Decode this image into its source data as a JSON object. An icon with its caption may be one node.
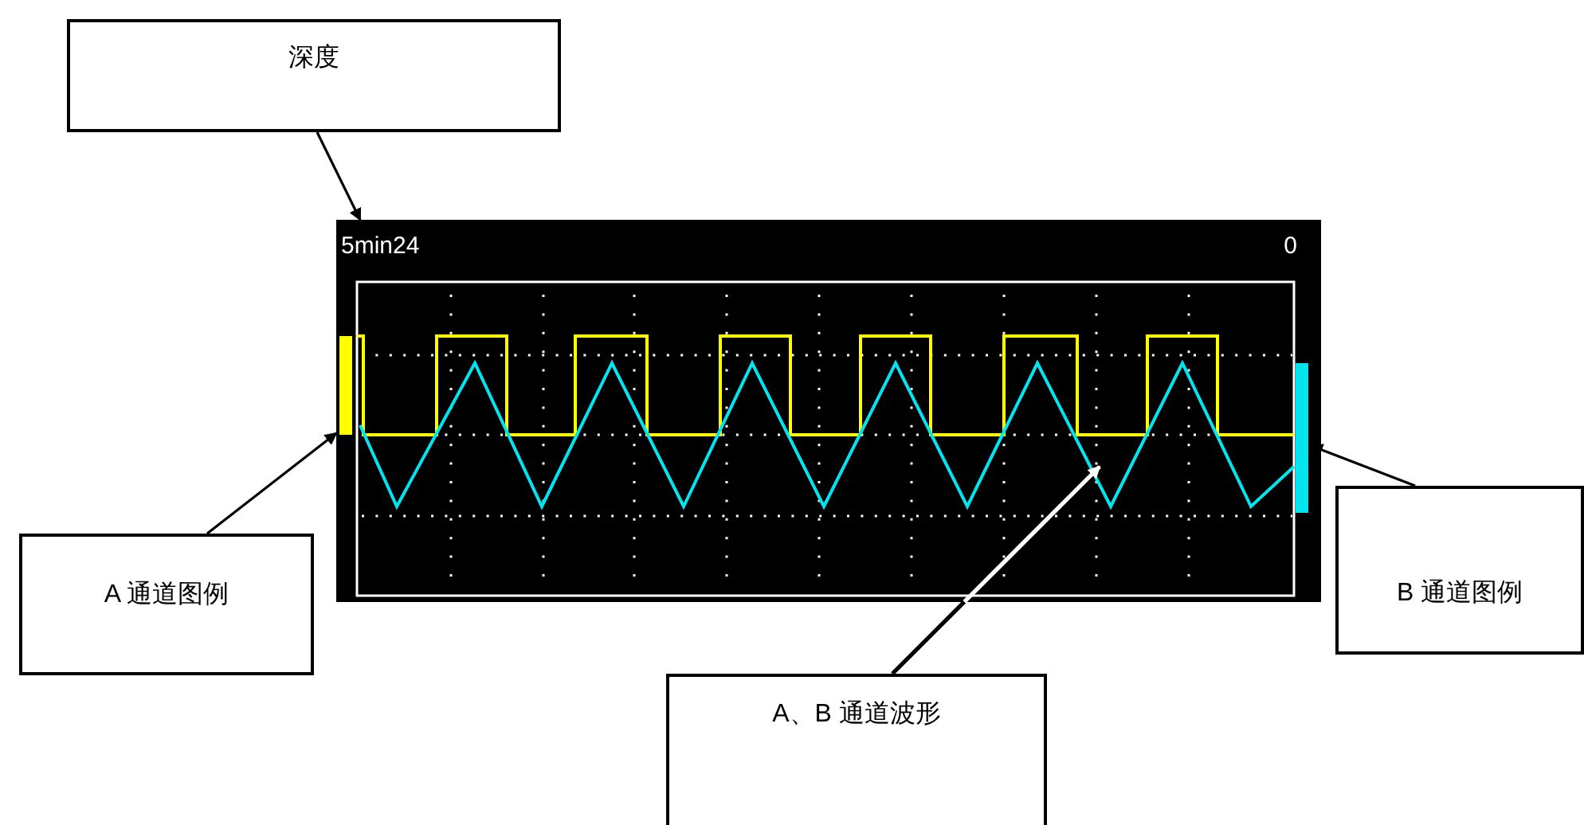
{
  "diagram": {
    "nodes": [
      {
        "text": [
          "深度"
        ]
      },
      {
        "text": [
          "A 通道图例"
        ]
      },
      {
        "text": [
          "B 通道图例"
        ]
      },
      {
        "text": [
          "A、B 通道波形"
        ]
      },
      {
        "text": [
          "5min24",
          "0"
        ]
      },
      {
        "text": [],
        "shape": "bar",
        "in": 4
      },
      {
        "text": [],
        "shape": "bar",
        "in": 4
      },
      {
        "text": [],
        "shape": "picture",
        "in": 4
      }
    ],
    "edges": [
      {
        "from": 0,
        "to": 4,
        "arrow": "to"
      },
      {
        "from": 1,
        "to": 5,
        "arrow": "to"
      },
      {
        "from": 2,
        "to": 6,
        "arrow": "to"
      },
      {
        "from": 3,
        "to": 7,
        "arrow": "to"
      }
    ]
  }
}
